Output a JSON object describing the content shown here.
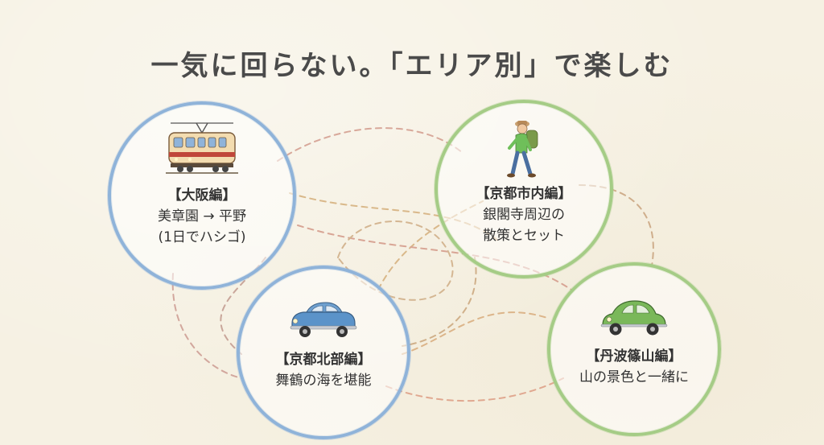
{
  "title": "一気に回らない。「エリア別」で楽しむ",
  "areas": [
    {
      "heading": "【大阪編】",
      "lines": [
        "美章園 → 平野",
        "(1日でハシゴ)"
      ],
      "icon": "train-icon",
      "color": "#8fb3d9"
    },
    {
      "heading": "【京都市内編】",
      "lines": [
        "銀閣寺周辺の",
        "散策とセット"
      ],
      "icon": "hiker-icon",
      "color": "#a5cc86"
    },
    {
      "heading": "【京都北部編】",
      "lines": [
        "舞鶴の海を堪能"
      ],
      "icon": "blue-car-icon",
      "color": "#8fb3d9"
    },
    {
      "heading": "【丹波篠山編】",
      "lines": [
        "山の景色と一緒に"
      ],
      "icon": "green-car-icon",
      "color": "#a5cc86"
    }
  ]
}
